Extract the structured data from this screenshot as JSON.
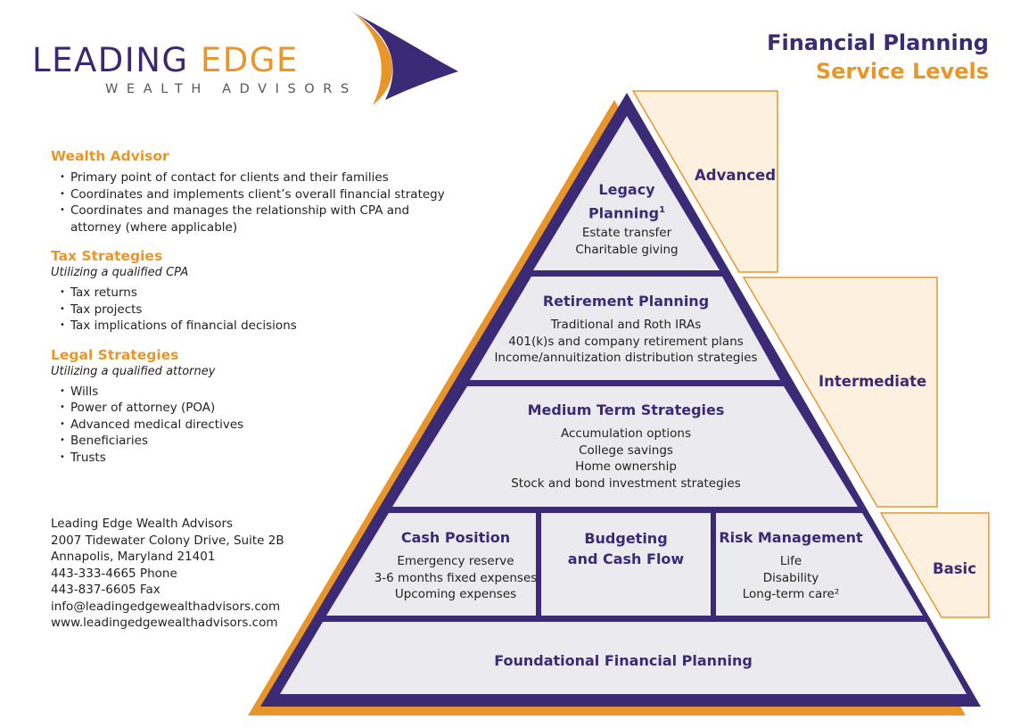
{
  "logo": {
    "brand_part1": "LEADING",
    "brand_part2": "EDGE",
    "tagline": "WEALTH ADVISORS"
  },
  "title": {
    "line1": "Financial Planning",
    "line2": "Service Levels"
  },
  "sections": [
    {
      "heading": "Wealth Advisor",
      "subheading": "",
      "items": [
        "Primary point of contact for clients and their families",
        "Coordinates and implements client’s overall financial strategy",
        "Coordinates and manages the relationship with CPA and attorney (where applicable)"
      ]
    },
    {
      "heading": "Tax Strategies",
      "subheading": "Utilizing a qualified CPA",
      "items": [
        "Tax returns",
        "Tax projects",
        "Tax implications of financial decisions"
      ]
    },
    {
      "heading": "Legal Strategies",
      "subheading": "Utilizing a qualified attorney",
      "items": [
        "Wills",
        "Power of attorney (POA)",
        "Advanced medical directives",
        "Beneficiaries",
        "Trusts"
      ]
    }
  ],
  "contact": {
    "company": "Leading Edge Wealth Advisors",
    "address1": "2007 Tidewater Colony Drive, Suite 2B",
    "address2": "Annapolis, Maryland 21401",
    "phone": "443-333-4665 Phone",
    "fax": "443-837-6605 Fax",
    "email": "info@leadingedgewealthadvisors.com",
    "website": "www.leadingedgewealthadvisors.com"
  },
  "pyramid": {
    "legacy": {
      "title_line1": "Legacy",
      "title_line2": "Planning",
      "sup": "1",
      "items": [
        "Estate transfer",
        "Charitable giving"
      ]
    },
    "retirement": {
      "title": "Retirement Planning",
      "items": [
        "Traditional and Roth IRAs",
        "401(k)s and company retirement plans",
        "Income/annuitization distribution strategies"
      ]
    },
    "medium": {
      "title": "Medium Term Strategies",
      "items": [
        "Accumulation options",
        "College savings",
        "Home ownership",
        "Stock and bond investment strategies"
      ]
    },
    "cash": {
      "title": "Cash Position",
      "items": [
        "Emergency reserve",
        "3-6 months fixed expenses",
        "Upcoming expenses"
      ]
    },
    "budget": {
      "title_line1": "Budgeting",
      "title_line2": "and Cash Flow"
    },
    "risk": {
      "title": "Risk Management",
      "items": [
        "Life",
        "Disability",
        "Long-term care²"
      ]
    },
    "foundation": {
      "title": "Foundational Financial Planning"
    }
  },
  "levels": {
    "advanced": "Advanced",
    "intermediate": "Intermediate",
    "basic": "Basic"
  },
  "colors": {
    "purple": "#3b2a76",
    "orange": "#e8962a",
    "tier_fill": "#ebebef",
    "level_fill": "#fdf0de"
  }
}
